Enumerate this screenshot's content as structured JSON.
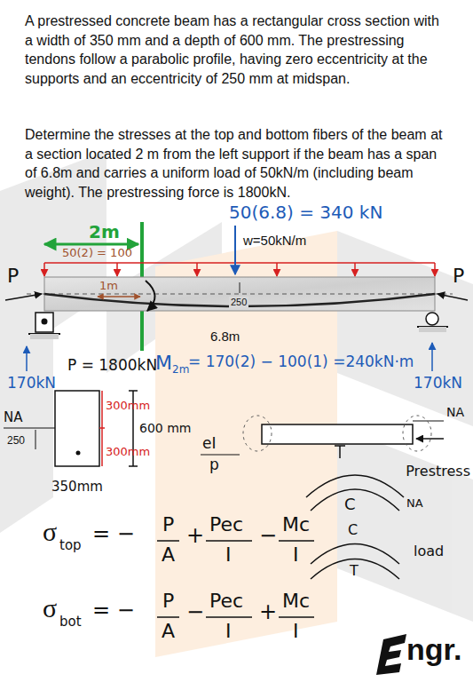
{
  "diagram": {
    "labels": [
      "A prestressed concrete beam has a rectangular cross section with a width of 350 mm and a depth of 600 mm. The prestressing tendons follow a parabolic profile, having zero eccentricity at the supports and an eccentricity of 250 mm at midspan.",
      "Determine the stresses at the top and bottom fibers of the beam at a section located 2 m from the left support if the beam has a span of 6.8m and carries a uniform load of 50kN/m (including beam weight). The prestressing force is 1800kN.",
      "50(6.8) = 340 kN",
      "2m",
      "50(2) = 100",
      "w=50kN/m",
      "P",
      "P",
      "1m",
      "250",
      "6.8m",
      "170kN",
      "P = 1800kN",
      "M",
      "2m",
      "= 170(2) − 100(1) =240kN·m",
      "170kN",
      "300mm",
      "600 mm",
      "300mm",
      "NA",
      "250",
      "350mm",
      "eI",
      "p",
      "NA",
      "Prestress",
      "C",
      "NA",
      "C",
      "T",
      "load",
      "σ",
      "top",
      "= −",
      "P",
      "A",
      "+",
      "Pec",
      "I",
      "−",
      "Mc",
      "I",
      "σ",
      "bot",
      "= −",
      "P",
      "A",
      "−",
      "Pec",
      "I",
      "+",
      "Mc",
      "I",
      "ngr."
    ]
  }
}
